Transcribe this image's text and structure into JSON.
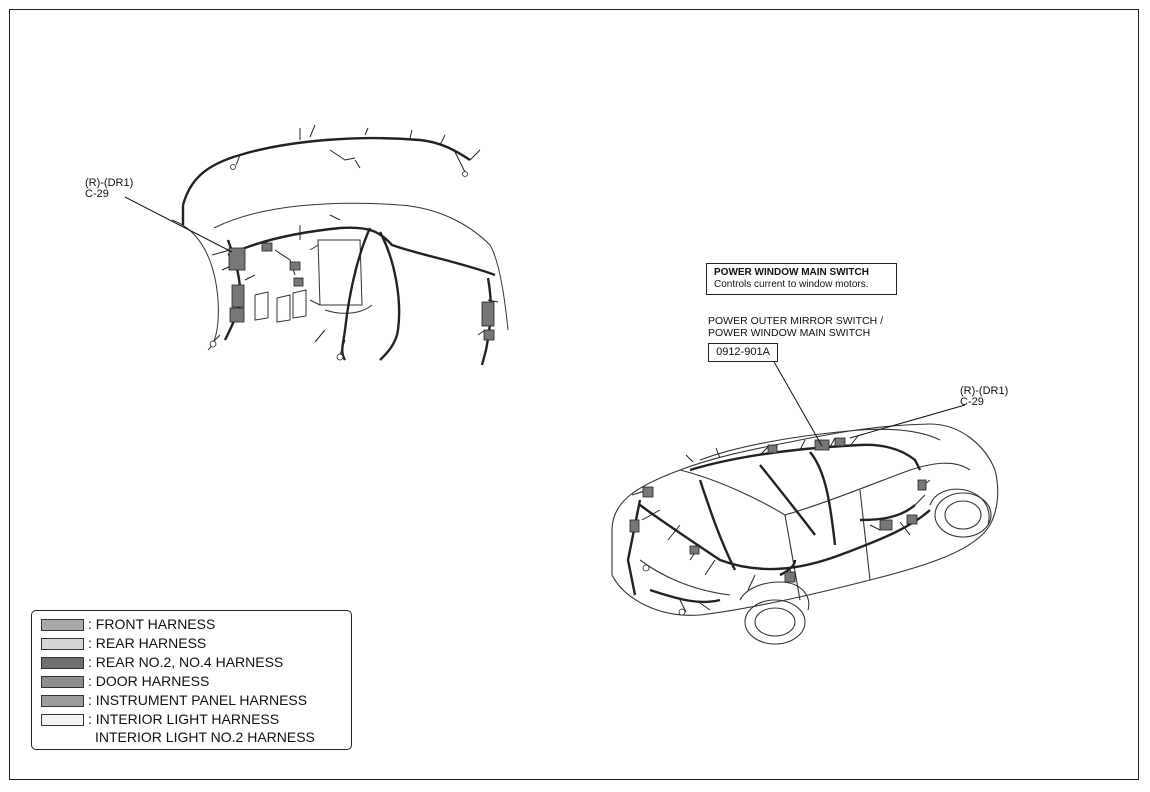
{
  "callout": {
    "title": "POWER WINDOW MAIN SWITCH",
    "description": "Controls current to window motors."
  },
  "connector_top": {
    "line1": "(R)-(DR1)",
    "line2": "C-29"
  },
  "connector_right": {
    "line1": "(R)-(DR1)",
    "line2": "C-29"
  },
  "component": {
    "line1": "POWER OUTER MIRROR SWITCH /",
    "line2": "POWER WINDOW MAIN SWITCH",
    "code": "0912-901A"
  },
  "legend": {
    "items": [
      {
        "label": ": FRONT HARNESS",
        "color": "#a9a9a9"
      },
      {
        "label": ": REAR HARNESS",
        "color": "#d6d6d6"
      },
      {
        "label": ": REAR NO.2, NO.4 HARNESS",
        "color": "#6f6f6f"
      },
      {
        "label": ": DOOR HARNESS",
        "color": "#8e8e8e"
      },
      {
        "label": ": INSTRUMENT PANEL HARNESS",
        "color": "#9c9c9c"
      },
      {
        "label": ": INTERIOR LIGHT HARNESS",
        "color": "#f4f4f4"
      }
    ],
    "extra_line": "INTERIOR LIGHT NO.2 HARNESS"
  }
}
